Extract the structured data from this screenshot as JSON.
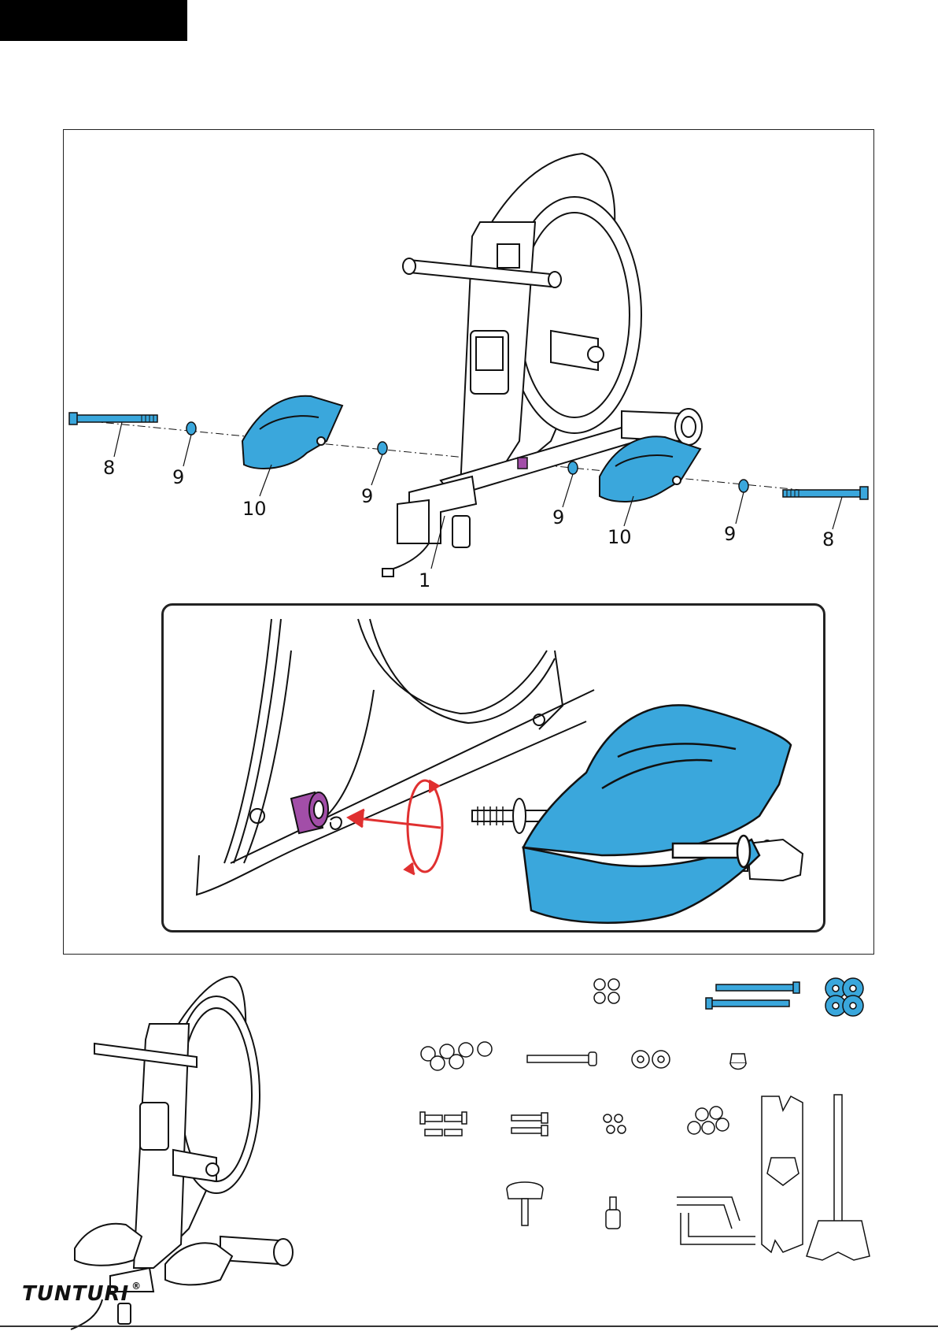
{
  "brand": {
    "logo_text": "TUNTURI",
    "registered_mark": "®"
  },
  "colors": {
    "part_highlight": "#3aa7dc",
    "bushing": "#a24ea8",
    "arrow": "#e03030",
    "line": "#111111"
  },
  "callouts": {
    "bolt_left": "8",
    "washer_left_outer": "9",
    "pedal_left": "10",
    "washer_left_inner": "9",
    "washer_right_inner": "9",
    "pedal_right": "10",
    "washer_right_outer": "9",
    "bolt_right": "8",
    "frame": "1"
  },
  "icons": [
    "rowing-machine-drawing",
    "foot-pedal-icon",
    "bolt-icon",
    "washer-icon",
    "rotate-arrow-icon",
    "allen-key-icon",
    "wrench-icon",
    "knob-icon"
  ]
}
